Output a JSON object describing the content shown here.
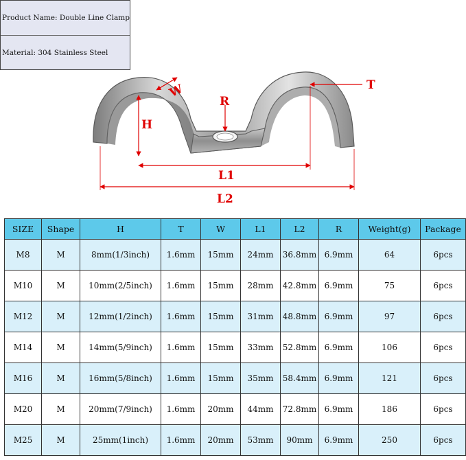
{
  "product": {
    "name_line": "Product Name: Double Line Clamp",
    "material_line": "Material: 304 Stainless Steel"
  },
  "diagram": {
    "labels": {
      "W": "W",
      "R": "R",
      "T": "T",
      "H": "H",
      "L1": "L1",
      "L2": "L2"
    },
    "dimension_color": "#e00000"
  },
  "table": {
    "headers": [
      "SIZE",
      "Shape",
      "H",
      "T",
      "W",
      "L1",
      "L2",
      "R",
      "Weight(g)",
      "Package"
    ],
    "rows": [
      [
        "M8",
        "M",
        "8mm(1/3inch)",
        "1.6mm",
        "15mm",
        "24mm",
        "36.8mm",
        "6.9mm",
        "64",
        "6pcs"
      ],
      [
        "M10",
        "M",
        "10mm(2/5inch)",
        "1.6mm",
        "15mm",
        "28mm",
        "42.8mm",
        "6.9mm",
        "75",
        "6pcs"
      ],
      [
        "M12",
        "M",
        "12mm(1/2inch)",
        "1.6mm",
        "15mm",
        "31mm",
        "48.8mm",
        "6.9mm",
        "97",
        "6pcs"
      ],
      [
        "M14",
        "M",
        "14mm(5/9inch)",
        "1.6mm",
        "15mm",
        "33mm",
        "52.8mm",
        "6.9mm",
        "106",
        "6pcs"
      ],
      [
        "M16",
        "M",
        "16mm(5/8inch)",
        "1.6mm",
        "15mm",
        "35mm",
        "58.4mm",
        "6.9mm",
        "121",
        "6pcs"
      ],
      [
        "M20",
        "M",
        "20mm(7/9inch)",
        "1.6mm",
        "20mm",
        "44mm",
        "72.8mm",
        "6.9mm",
        "186",
        "6pcs"
      ],
      [
        "M25",
        "M",
        "25mm(1inch)",
        "1.6mm",
        "20mm",
        "53mm",
        "90mm",
        "6.9mm",
        "250",
        "6pcs"
      ]
    ],
    "header_color": "#5dc9ea",
    "alt_row_color": "#d9f0fa"
  }
}
